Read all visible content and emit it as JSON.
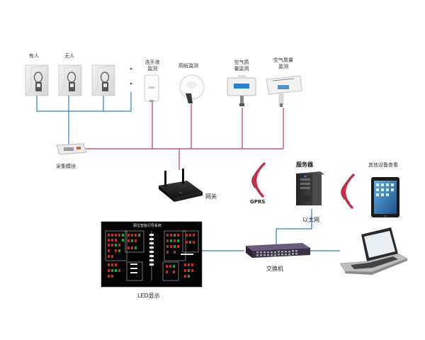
{
  "labels": {
    "occupied": "有人",
    "vacant": "无人",
    "soap_monitor": "洗手液\n监测",
    "paper_monitor": "厕纸监测",
    "air_monitor": "空气质\n量监测",
    "air_monitor2": "空气质量\n监测",
    "collector": "采集模块",
    "gateway": "网关",
    "gprs": "GPRS",
    "server": "服务器",
    "other_devices": "其他设备查看",
    "ethernet": "以太网",
    "switch": "交换机",
    "led_display": "LED显示",
    "led_panel_title": "厕位智能引导系统"
  },
  "colors": {
    "sensor_line": "#c0395a",
    "network_line": "#2a7fc0",
    "wireless": "#c0304a"
  }
}
